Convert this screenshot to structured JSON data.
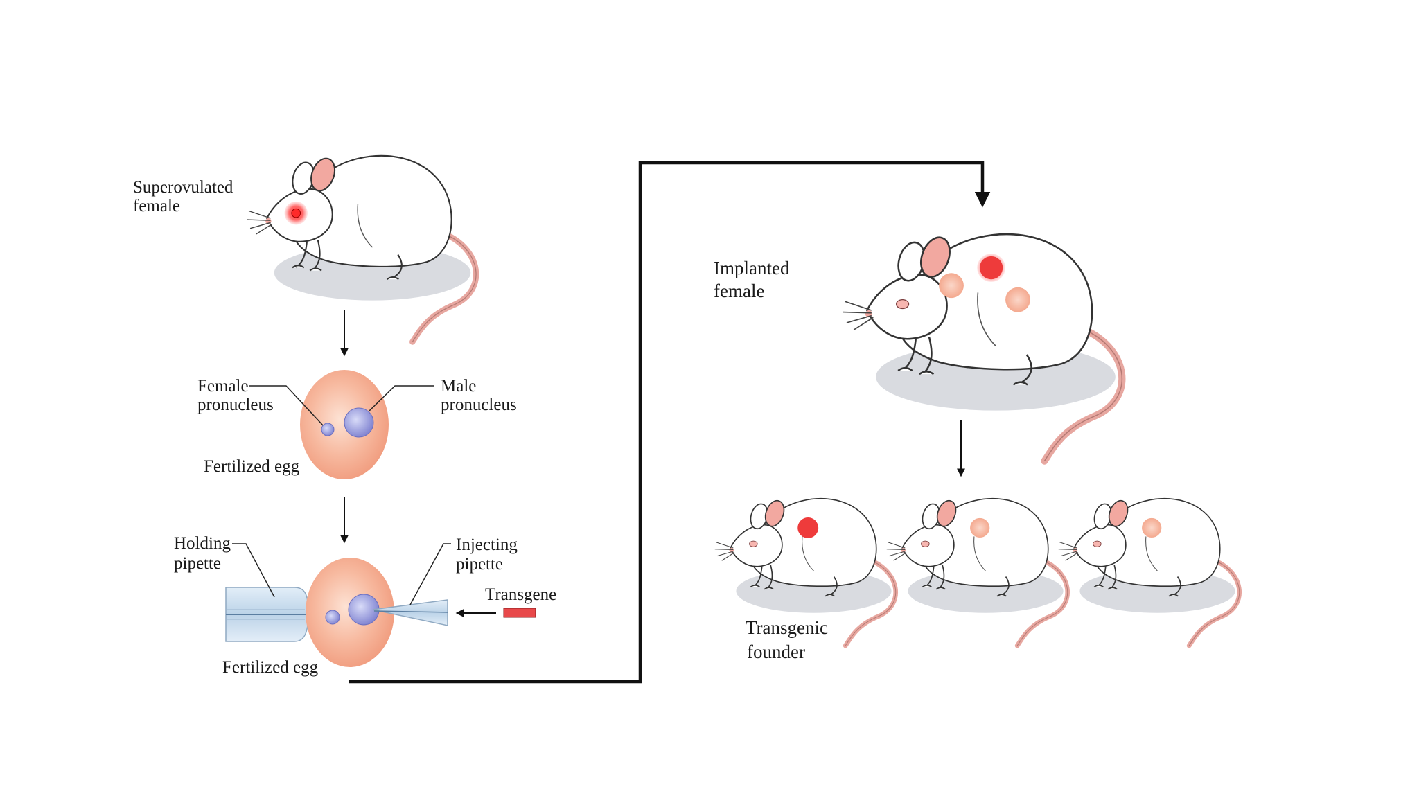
{
  "labels": {
    "superovulated_l1": "Superovulated",
    "superovulated_l2": "female",
    "female_pronucleus_l1": "Female",
    "female_pronucleus_l2": "pronucleus",
    "male_pronucleus_l1": "Male",
    "male_pronucleus_l2": "pronucleus",
    "fertilized_egg_top": "Fertilized egg",
    "holding_pipette_l1": "Holding",
    "holding_pipette_l2": "pipette",
    "injecting_pipette_l1": "Injecting",
    "injecting_pipette_l2": "pipette",
    "transgene": "Transgene",
    "fertilized_egg_bottom": "Fertilized egg",
    "implanted_l1": "Implanted",
    "implanted_l2": "female",
    "transgenic_l1": "Transgenic",
    "transgenic_l2": "founder"
  },
  "colors": {
    "egg": "#f6b79c",
    "pronucleus": "#8a8fd6",
    "transgene": "#e8484a",
    "embryo_strong": "#ee3b3b",
    "embryo_faint": "#f7bfae",
    "mouse_ear": "#f2a8a0",
    "shadow": "#d7d9de",
    "pipette": "#cfe0ef"
  }
}
